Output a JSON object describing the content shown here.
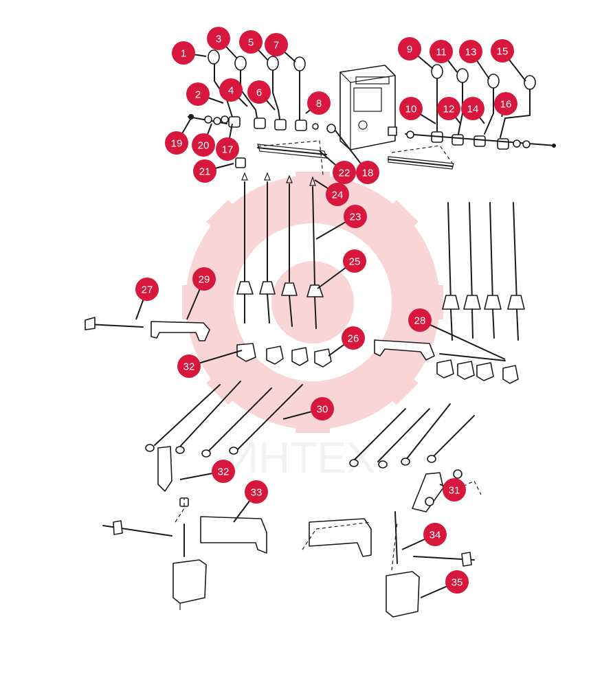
{
  "diagram": {
    "accent_color": "#d8173d",
    "watermark": {
      "text": "ИНТЕХ",
      "color": "#f4b7b7"
    },
    "callouts": [
      {
        "label": "1"
      },
      {
        "label": "2"
      },
      {
        "label": "3"
      },
      {
        "label": "4"
      },
      {
        "label": "5"
      },
      {
        "label": "6"
      },
      {
        "label": "7"
      },
      {
        "label": "8"
      },
      {
        "label": "9"
      },
      {
        "label": "10"
      },
      {
        "label": "11"
      },
      {
        "label": "12"
      },
      {
        "label": "13"
      },
      {
        "label": "14"
      },
      {
        "label": "15"
      },
      {
        "label": "16"
      },
      {
        "label": "17"
      },
      {
        "label": "18"
      },
      {
        "label": "19"
      },
      {
        "label": "20"
      },
      {
        "label": "21"
      },
      {
        "label": "22"
      },
      {
        "label": "23"
      },
      {
        "label": "24"
      },
      {
        "label": "25"
      },
      {
        "label": "26"
      },
      {
        "label": "27"
      },
      {
        "label": "28"
      },
      {
        "label": "29"
      },
      {
        "label": "30"
      },
      {
        "label": "31"
      },
      {
        "label": "32"
      },
      {
        "label": "32"
      },
      {
        "label": "33"
      },
      {
        "label": "34"
      },
      {
        "label": "35"
      }
    ]
  }
}
